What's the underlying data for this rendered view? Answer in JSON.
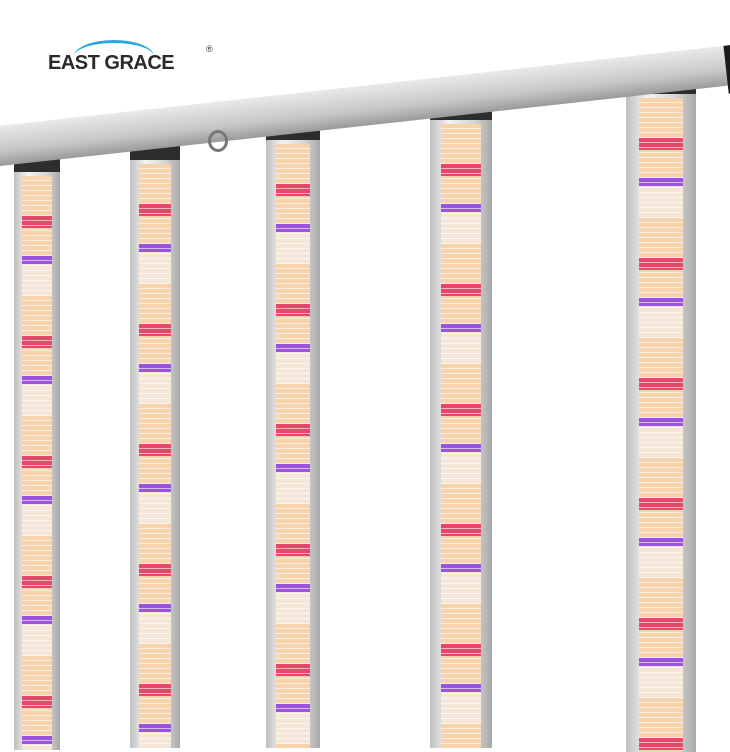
{
  "logo": {
    "text": "EAST GRACE",
    "registered": "®",
    "arc_color": "#2aa7df"
  },
  "image": {
    "subject": "LED grow light bars",
    "bar_count": 5,
    "led_colors": [
      "#f7d3ad",
      "#e8476a",
      "#9a52e0",
      "#f6e6d8"
    ]
  }
}
